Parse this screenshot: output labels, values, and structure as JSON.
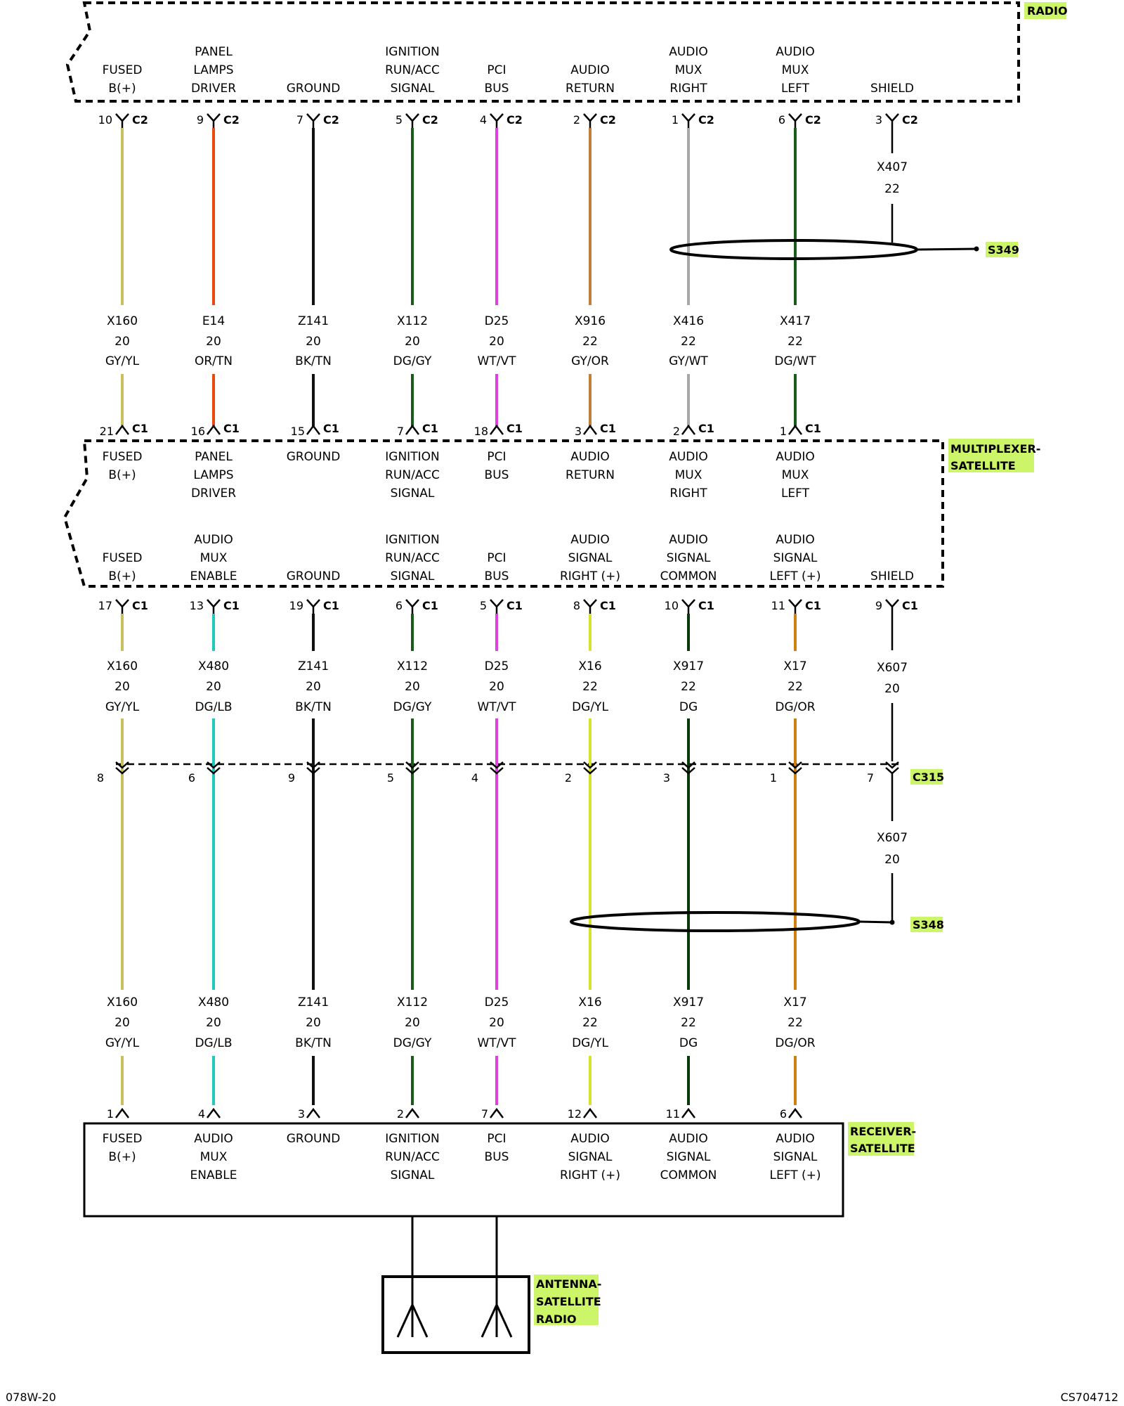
{
  "colors": {
    "GY/YL": "#c8c060",
    "OR/TN": "#e84a10",
    "BK/TN": "#111111",
    "DG/GY": "#1a5a1a",
    "WT/VT": "#e040e0",
    "GY/OR": "#c0803a",
    "GY/WT": "#a8a8a8",
    "DG/WT": "#1a5a1a",
    "DG/LB": "#20c8c0",
    "DG/YL": "#d8e030",
    "DG": "#0a3a0a",
    "DG/OR": "#d08010",
    "shield": "#000000",
    "tag_highlight": "#ccf56a"
  },
  "components": {
    "radio": "RADIO",
    "multiplexer": [
      "MULTIPLEXER-",
      "SATELLITE"
    ],
    "receiver": [
      "RECEIVER-",
      "SATELLITE"
    ],
    "antenna": [
      "ANTENNA-",
      "SATELLITE",
      "RADIO"
    ]
  },
  "splices": {
    "s349": "S349",
    "s348": "S348",
    "c315": "C315"
  },
  "footer": {
    "left": "078W-20",
    "right": "CS704712"
  },
  "radio_columns": [
    {
      "label": [
        "FUSED",
        "B(+)"
      ],
      "pin": "10",
      "conn": "C2",
      "wire": "X160",
      "gauge": "20",
      "color": "GY/YL",
      "mpin": "21",
      "mconn": "C1",
      "mlabel": [
        "FUSED",
        "B(+)"
      ]
    },
    {
      "label": [
        "PANEL",
        "LAMPS",
        "DRIVER"
      ],
      "pin": "9",
      "conn": "C2",
      "wire": "E14",
      "gauge": "20",
      "color": "OR/TN",
      "mpin": "16",
      "mconn": "C1",
      "mlabel": [
        "PANEL",
        "LAMPS",
        "DRIVER"
      ]
    },
    {
      "label": [
        "GROUND"
      ],
      "pin": "7",
      "conn": "C2",
      "wire": "Z141",
      "gauge": "20",
      "color": "BK/TN",
      "mpin": "15",
      "mconn": "C1",
      "mlabel": [
        "GROUND"
      ]
    },
    {
      "label": [
        "IGNITION",
        "RUN/ACC",
        "SIGNAL"
      ],
      "pin": "5",
      "conn": "C2",
      "wire": "X112",
      "gauge": "20",
      "color": "DG/GY",
      "mpin": "7",
      "mconn": "C1",
      "mlabel": [
        "IGNITION",
        "RUN/ACC",
        "SIGNAL"
      ]
    },
    {
      "label": [
        "PCI",
        "BUS"
      ],
      "pin": "4",
      "conn": "C2",
      "wire": "D25",
      "gauge": "20",
      "color": "WT/VT",
      "mpin": "18",
      "mconn": "C1",
      "mlabel": [
        "PCI",
        "BUS"
      ]
    },
    {
      "label": [
        "AUDIO",
        "RETURN"
      ],
      "pin": "2",
      "conn": "C2",
      "wire": "X916",
      "gauge": "22",
      "color": "GY/OR",
      "mpin": "3",
      "mconn": "C1",
      "mlabel": [
        "AUDIO",
        "RETURN"
      ]
    },
    {
      "label": [
        "AUDIO",
        "MUX",
        "RIGHT"
      ],
      "pin": "1",
      "conn": "C2",
      "wire": "X416",
      "gauge": "22",
      "color": "GY/WT",
      "mpin": "2",
      "mconn": "C1",
      "mlabel": [
        "AUDIO",
        "MUX",
        "RIGHT"
      ]
    },
    {
      "label": [
        "AUDIO",
        "MUX",
        "LEFT"
      ],
      "pin": "6",
      "conn": "C2",
      "wire": "X417",
      "gauge": "22",
      "color": "DG/WT",
      "mpin": "1",
      "mconn": "C1",
      "mlabel": [
        "AUDIO",
        "MUX",
        "LEFT"
      ]
    },
    {
      "label": [
        "SHIELD"
      ],
      "pin": "3",
      "conn": "C2",
      "wire": "X407",
      "gauge": "22",
      "color": "shield"
    }
  ],
  "lower_columns": [
    {
      "label": [
        "FUSED",
        "B(+)"
      ],
      "pin": "17",
      "conn": "C1",
      "wire": "X160",
      "gauge": "20",
      "color": "GY/YL",
      "c315pin": "8",
      "rpin": "1",
      "rlabel": [
        "FUSED",
        "B(+)"
      ]
    },
    {
      "label": [
        "AUDIO",
        "MUX",
        "ENABLE"
      ],
      "pin": "13",
      "conn": "C1",
      "wire": "X480",
      "gauge": "20",
      "color": "DG/LB",
      "c315pin": "6",
      "rpin": "4",
      "rlabel": [
        "AUDIO",
        "MUX",
        "ENABLE"
      ]
    },
    {
      "label": [
        "GROUND"
      ],
      "pin": "19",
      "conn": "C1",
      "wire": "Z141",
      "gauge": "20",
      "color": "BK/TN",
      "c315pin": "9",
      "rpin": "3",
      "rlabel": [
        "GROUND"
      ]
    },
    {
      "label": [
        "IGNITION",
        "RUN/ACC",
        "SIGNAL"
      ],
      "pin": "6",
      "conn": "C1",
      "wire": "X112",
      "gauge": "20",
      "color": "DG/GY",
      "c315pin": "5",
      "rpin": "2",
      "rlabel": [
        "IGNITION",
        "RUN/ACC",
        "SIGNAL"
      ]
    },
    {
      "label": [
        "PCI",
        "BUS"
      ],
      "pin": "5",
      "conn": "C1",
      "wire": "D25",
      "gauge": "20",
      "color": "WT/VT",
      "c315pin": "4",
      "rpin": "7",
      "rlabel": [
        "PCI",
        "BUS"
      ]
    },
    {
      "label": [
        "AUDIO",
        "SIGNAL",
        "RIGHT (+)"
      ],
      "pin": "8",
      "conn": "C1",
      "wire": "X16",
      "gauge": "22",
      "color": "DG/YL",
      "c315pin": "2",
      "rpin": "12",
      "rlabel": [
        "AUDIO",
        "SIGNAL",
        "RIGHT (+)"
      ]
    },
    {
      "label": [
        "AUDIO",
        "SIGNAL",
        "COMMON"
      ],
      "pin": "10",
      "conn": "C1",
      "wire": "X917",
      "gauge": "22",
      "color": "DG",
      "c315pin": "3",
      "rpin": "11",
      "rlabel": [
        "AUDIO",
        "SIGNAL",
        "COMMON"
      ]
    },
    {
      "label": [
        "AUDIO",
        "SIGNAL",
        "LEFT (+)"
      ],
      "pin": "11",
      "conn": "C1",
      "wire": "X17",
      "gauge": "22",
      "color": "DG/OR",
      "c315pin": "1",
      "rpin": "6",
      "rlabel": [
        "AUDIO",
        "SIGNAL",
        "LEFT (+)"
      ]
    },
    {
      "label": [
        "SHIELD"
      ],
      "pin": "9",
      "conn": "C1",
      "wire": "X607",
      "gauge": "20",
      "color": "shield",
      "c315pin": "7"
    }
  ]
}
